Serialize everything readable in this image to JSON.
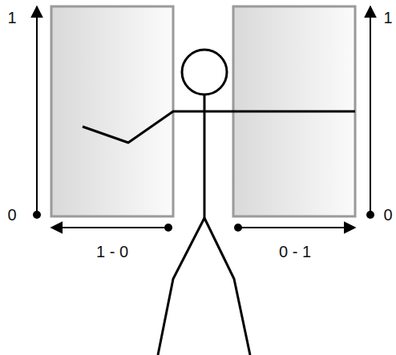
{
  "diagram": {
    "labels": [
      "1",
      "0",
      "1 - 0",
      "0 - 1",
      "1",
      "0"
    ]
  }
}
